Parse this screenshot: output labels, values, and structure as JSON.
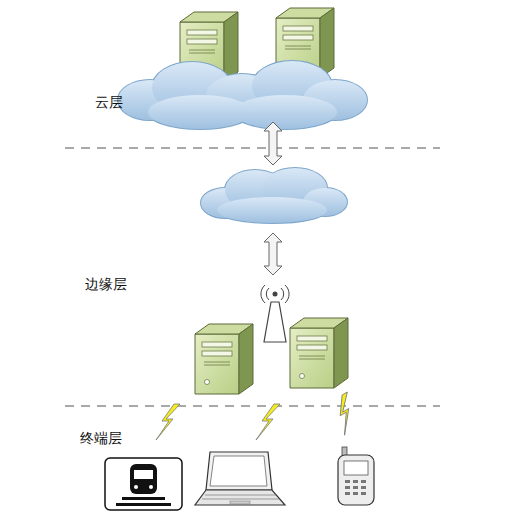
{
  "diagram": {
    "labels": [
      "云层",
      "边缘层",
      "终端层"
    ]
  }
}
